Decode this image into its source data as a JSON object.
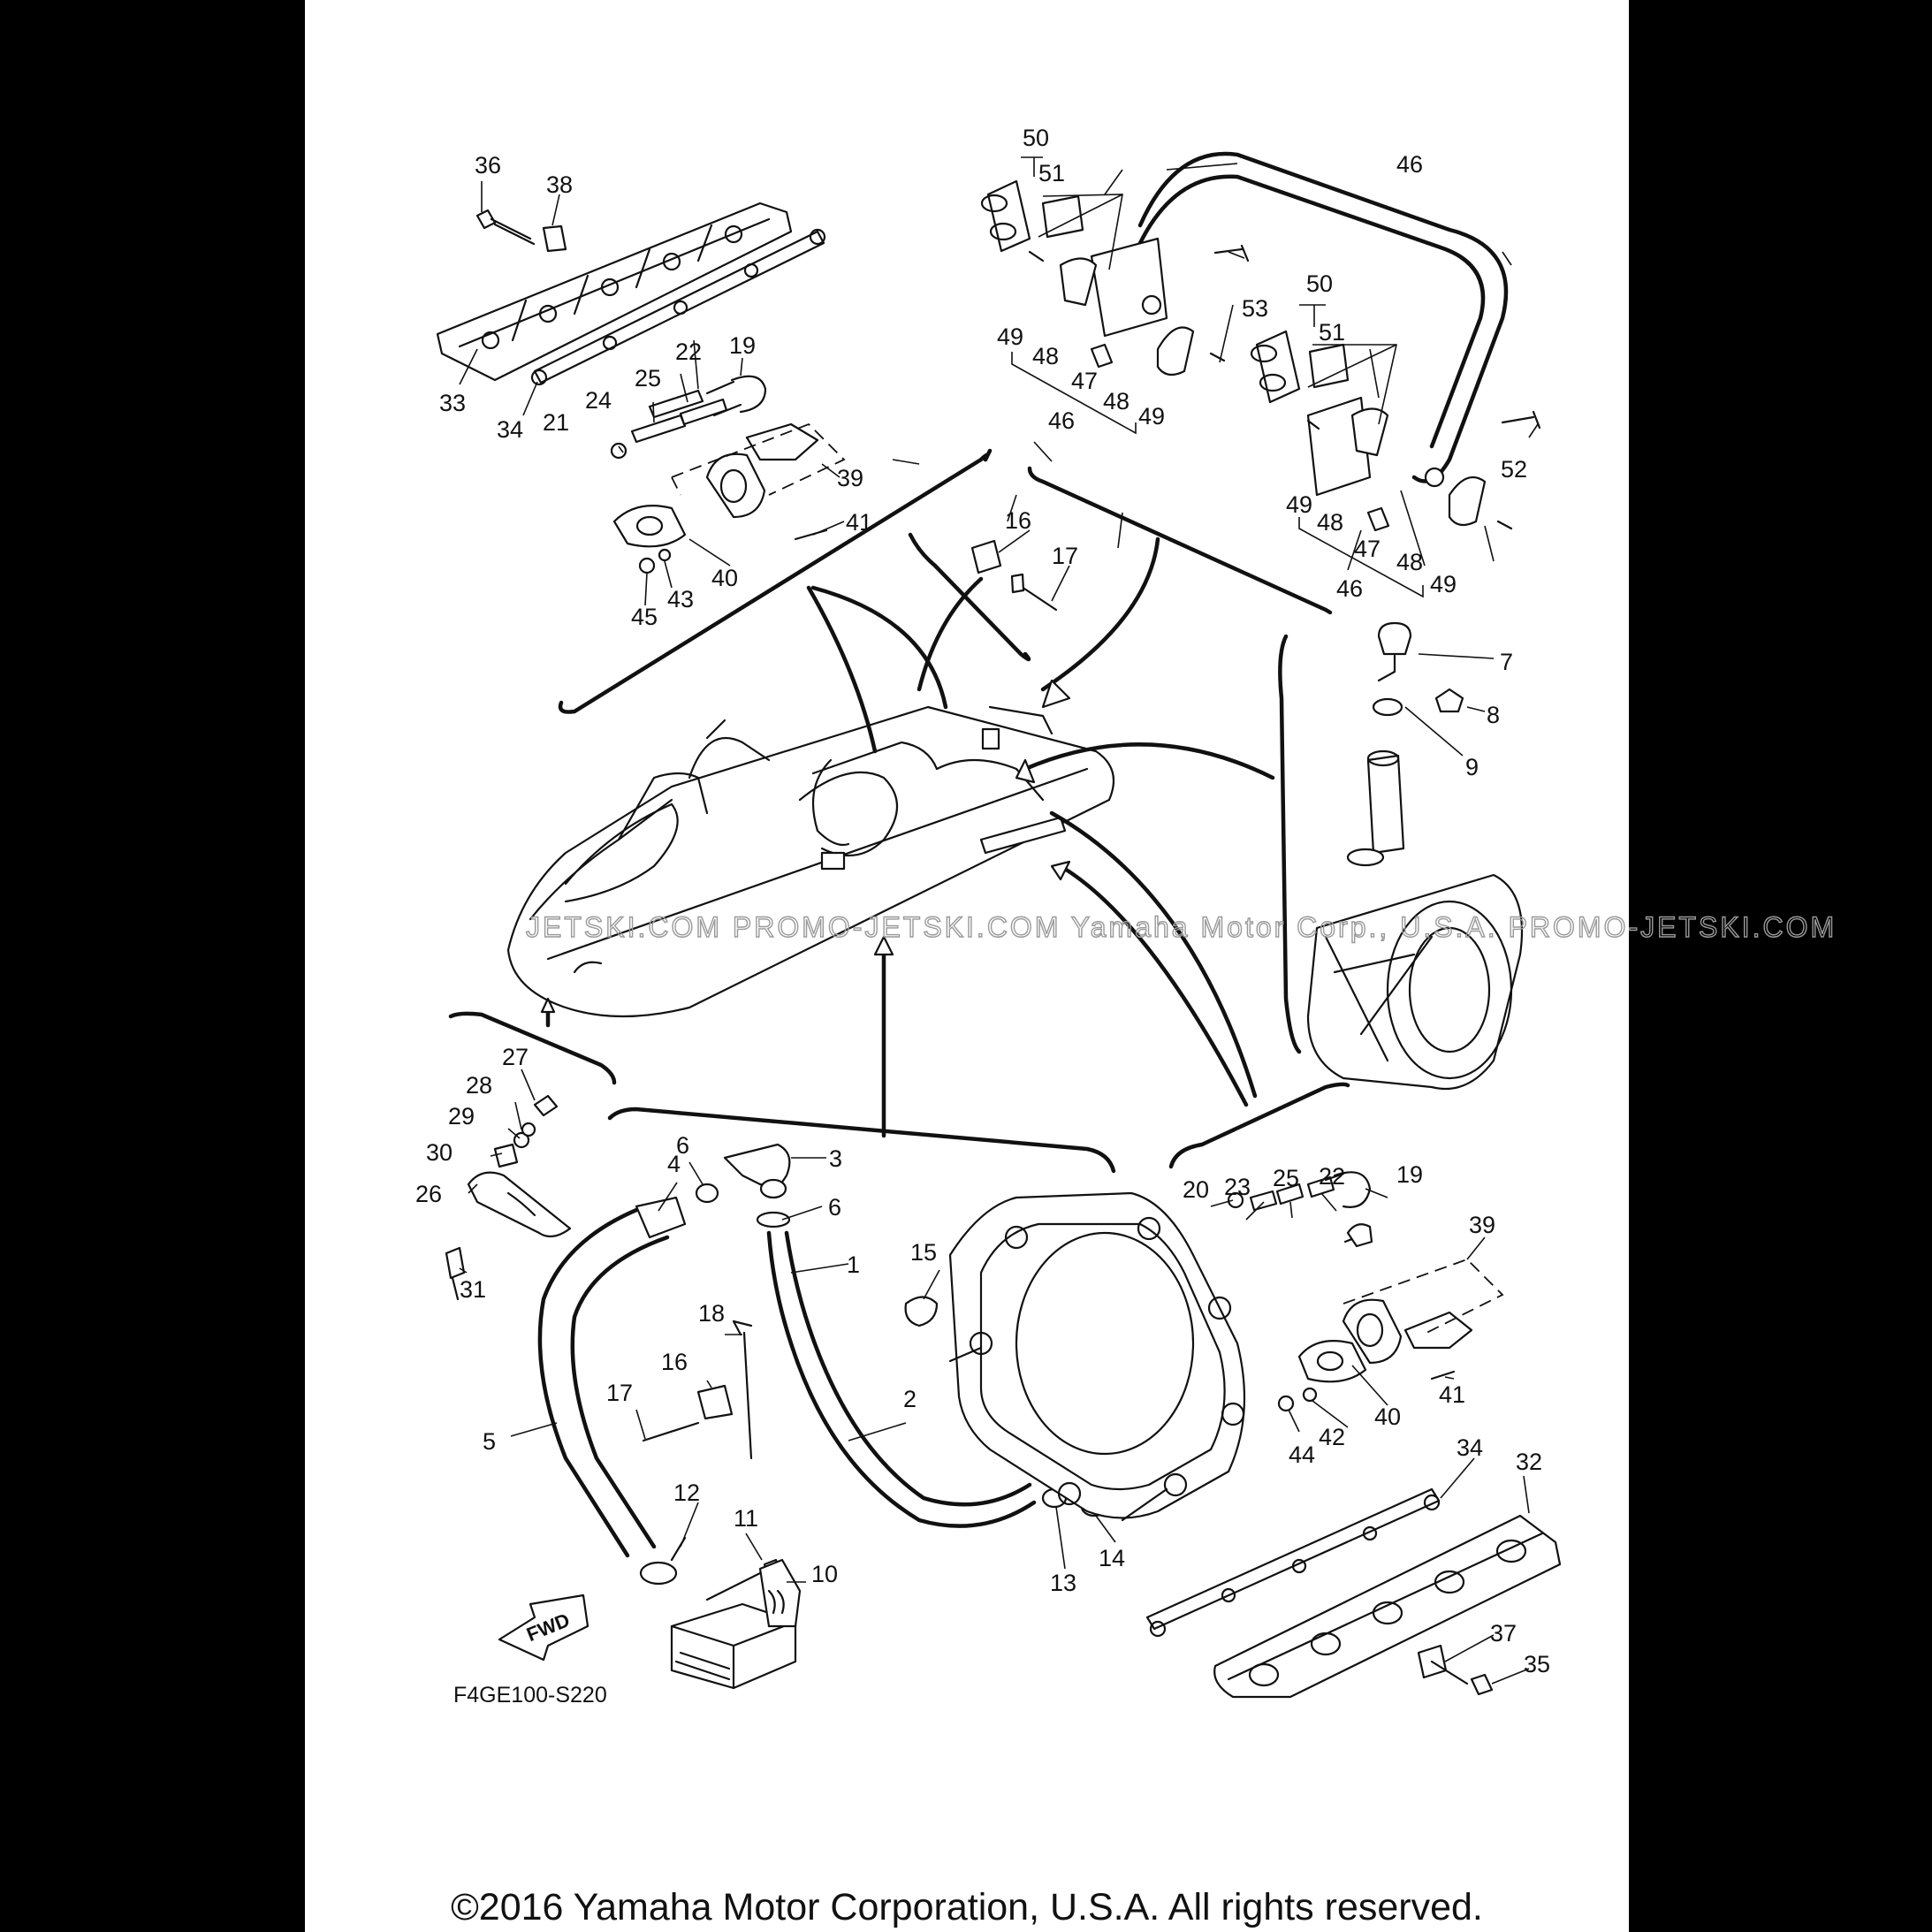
{
  "diagram_code": "F4GE100-S220",
  "fwd_label": "FWD",
  "watermark": "JETSKI.COM   PROMO-JETSKI.COM   Yamaha Motor Corp., U.S.A.   PROMO-JETSKI.COM",
  "copyright": "©2016 Yamaha Motor Corporation, U.S.A. All rights reserved.",
  "callouts": [
    {
      "id": "c36",
      "label": "36"
    },
    {
      "id": "c38",
      "label": "38"
    },
    {
      "id": "c33",
      "label": "33"
    },
    {
      "id": "c34a",
      "label": "34"
    },
    {
      "id": "c21a",
      "label": "21"
    },
    {
      "id": "c24",
      "label": "24"
    },
    {
      "id": "c25a",
      "label": "25"
    },
    {
      "id": "c22a",
      "label": "22"
    },
    {
      "id": "c19a",
      "label": "19"
    },
    {
      "id": "c39a",
      "label": "39"
    },
    {
      "id": "c41a",
      "label": "41"
    },
    {
      "id": "c40a",
      "label": "40"
    },
    {
      "id": "c43",
      "label": "43"
    },
    {
      "id": "c45",
      "label": "45"
    },
    {
      "id": "c50a",
      "label": "50"
    },
    {
      "id": "c51a",
      "label": "51"
    },
    {
      "id": "c49a",
      "label": "49"
    },
    {
      "id": "c48a",
      "label": "48"
    },
    {
      "id": "c47a",
      "label": "47"
    },
    {
      "id": "c48b",
      "label": "48"
    },
    {
      "id": "c49b",
      "label": "49"
    },
    {
      "id": "c46a",
      "label": "46"
    },
    {
      "id": "c53",
      "label": "53"
    },
    {
      "id": "c46b",
      "label": "46"
    },
    {
      "id": "c50b",
      "label": "50"
    },
    {
      "id": "c51b",
      "label": "51"
    },
    {
      "id": "c52",
      "label": "52"
    },
    {
      "id": "c49c",
      "label": "49"
    },
    {
      "id": "c48c",
      "label": "48"
    },
    {
      "id": "c47b",
      "label": "47"
    },
    {
      "id": "c48d",
      "label": "48"
    },
    {
      "id": "c49d",
      "label": "49"
    },
    {
      "id": "c46c",
      "label": "46"
    },
    {
      "id": "c16a",
      "label": "16"
    },
    {
      "id": "c17a",
      "label": "17"
    },
    {
      "id": "c7",
      "label": "7"
    },
    {
      "id": "c8",
      "label": "8"
    },
    {
      "id": "c9",
      "label": "9"
    },
    {
      "id": "c27",
      "label": "27"
    },
    {
      "id": "c28",
      "label": "28"
    },
    {
      "id": "c29",
      "label": "29"
    },
    {
      "id": "c30",
      "label": "30"
    },
    {
      "id": "c26",
      "label": "26"
    },
    {
      "id": "c31",
      "label": "31"
    },
    {
      "id": "c4",
      "label": "4"
    },
    {
      "id": "c6a",
      "label": "6"
    },
    {
      "id": "c3",
      "label": "3"
    },
    {
      "id": "c6b",
      "label": "6"
    },
    {
      "id": "c1",
      "label": "1"
    },
    {
      "id": "c15",
      "label": "15"
    },
    {
      "id": "c18",
      "label": "18"
    },
    {
      "id": "c16b",
      "label": "16"
    },
    {
      "id": "c17b",
      "label": "17"
    },
    {
      "id": "c5",
      "label": "5"
    },
    {
      "id": "c2",
      "label": "2"
    },
    {
      "id": "c12",
      "label": "12"
    },
    {
      "id": "c11",
      "label": "11"
    },
    {
      "id": "c10",
      "label": "10"
    },
    {
      "id": "c13",
      "label": "13"
    },
    {
      "id": "c14",
      "label": "14"
    },
    {
      "id": "c20",
      "label": "20"
    },
    {
      "id": "c23",
      "label": "23"
    },
    {
      "id": "c25b",
      "label": "25"
    },
    {
      "id": "c22b",
      "label": "22"
    },
    {
      "id": "c19b",
      "label": "19"
    },
    {
      "id": "c39b",
      "label": "39"
    },
    {
      "id": "c40b",
      "label": "40"
    },
    {
      "id": "c41b",
      "label": "41"
    },
    {
      "id": "c42",
      "label": "42"
    },
    {
      "id": "c44",
      "label": "44"
    },
    {
      "id": "c34b",
      "label": "34"
    },
    {
      "id": "c32",
      "label": "32"
    },
    {
      "id": "c37",
      "label": "37"
    },
    {
      "id": "c35",
      "label": "35"
    }
  ]
}
